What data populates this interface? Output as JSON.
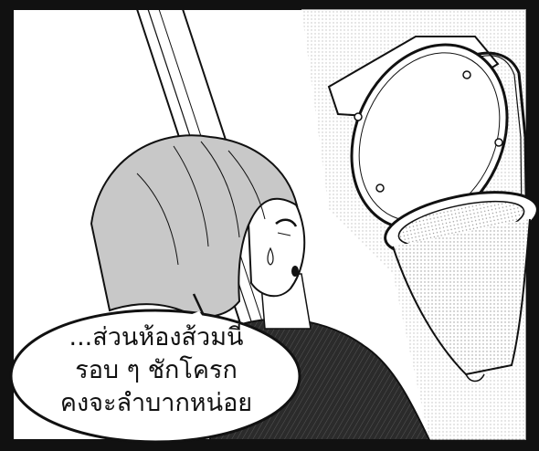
{
  "speech_bubble": {
    "lines": [
      "...ส่วนห้องส้วมนี่",
      "รอบ ๆ ชักโครก",
      "คงจะลำบากหน่อย"
    ]
  },
  "colors": {
    "ink": "#111111",
    "paper": "#ffffff",
    "screentone": "#d9d9d9",
    "hair_tone": "#c8c8c8",
    "dark_clothing": "#2b2b2b"
  },
  "icons": {
    "character": "girl-character-illustration",
    "toilet": "toilet-illustration"
  }
}
